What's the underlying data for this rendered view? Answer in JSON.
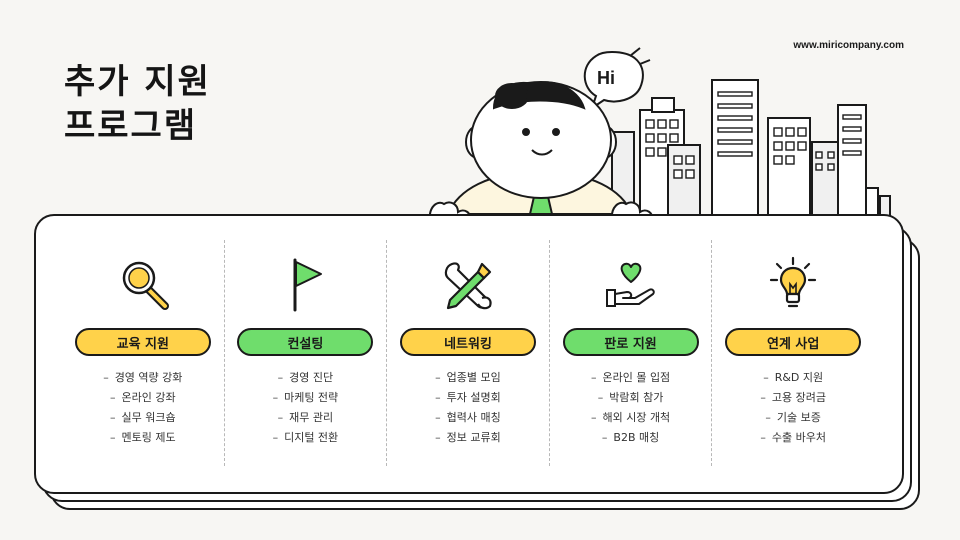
{
  "site_url": "www.miricompany.com",
  "title": {
    "line1": "추가 지원",
    "line2": "프로그램"
  },
  "speech_bubble": "Hi",
  "colors": {
    "yellow": "#ffd24a",
    "green": "#6fdd6c",
    "outline": "#1a1a1a"
  },
  "columns": [
    {
      "icon": "magnifier-icon",
      "color": "yellow",
      "label": "교육 지원",
      "items": [
        "경영 역량 강화",
        "온라인 강좌",
        "실무 워크숍",
        "멘토링 제도"
      ]
    },
    {
      "icon": "flag-icon",
      "color": "green",
      "label": "컨설팅",
      "items": [
        "경영 진단",
        "마케팅 전략",
        "재무 관리",
        "디지털 전환"
      ]
    },
    {
      "icon": "tools-icon",
      "color": "yellow",
      "label": "네트워킹",
      "items": [
        "업종별 모임",
        "투자 설명회",
        "협력사 매칭",
        "정보 교류회"
      ]
    },
    {
      "icon": "heart-hand-icon",
      "color": "green",
      "label": "판로 지원",
      "items": [
        "온라인 몰 입점",
        "박람회 참가",
        "해외 시장 개척",
        "B2B 매칭"
      ]
    },
    {
      "icon": "lightbulb-icon",
      "color": "yellow",
      "label": "연계 사업",
      "items": [
        "R&D 지원",
        "고용 장려금",
        "기술 보증",
        "수출 바우처"
      ]
    }
  ]
}
